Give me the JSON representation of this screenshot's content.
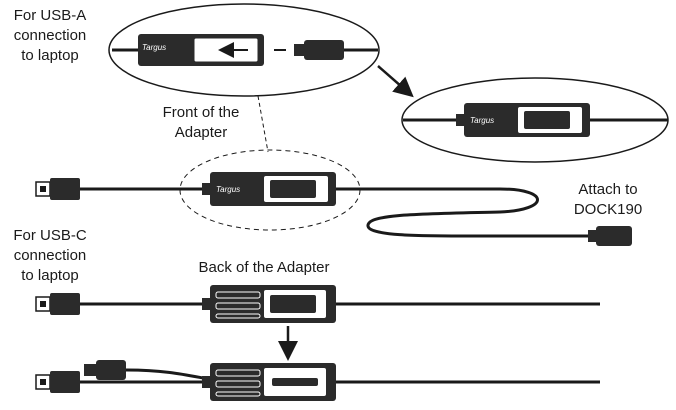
{
  "labels": {
    "usb_a_line1": "For USB-A",
    "usb_a_line2": "connection",
    "usb_a_line3": "to laptop",
    "front_line1": "Front of the",
    "front_line2": "Adapter",
    "attach_line1": "Attach to",
    "attach_line2": "DOCK190",
    "usb_c_line1": "For USB-C",
    "usb_c_line2": "connection",
    "usb_c_line3": "to laptop",
    "back": "Back of the Adapter"
  },
  "brand": "Targus",
  "colors": {
    "ink": "#1a1a1a",
    "plastic": "#2b2b2b",
    "window": "#ffffff"
  }
}
